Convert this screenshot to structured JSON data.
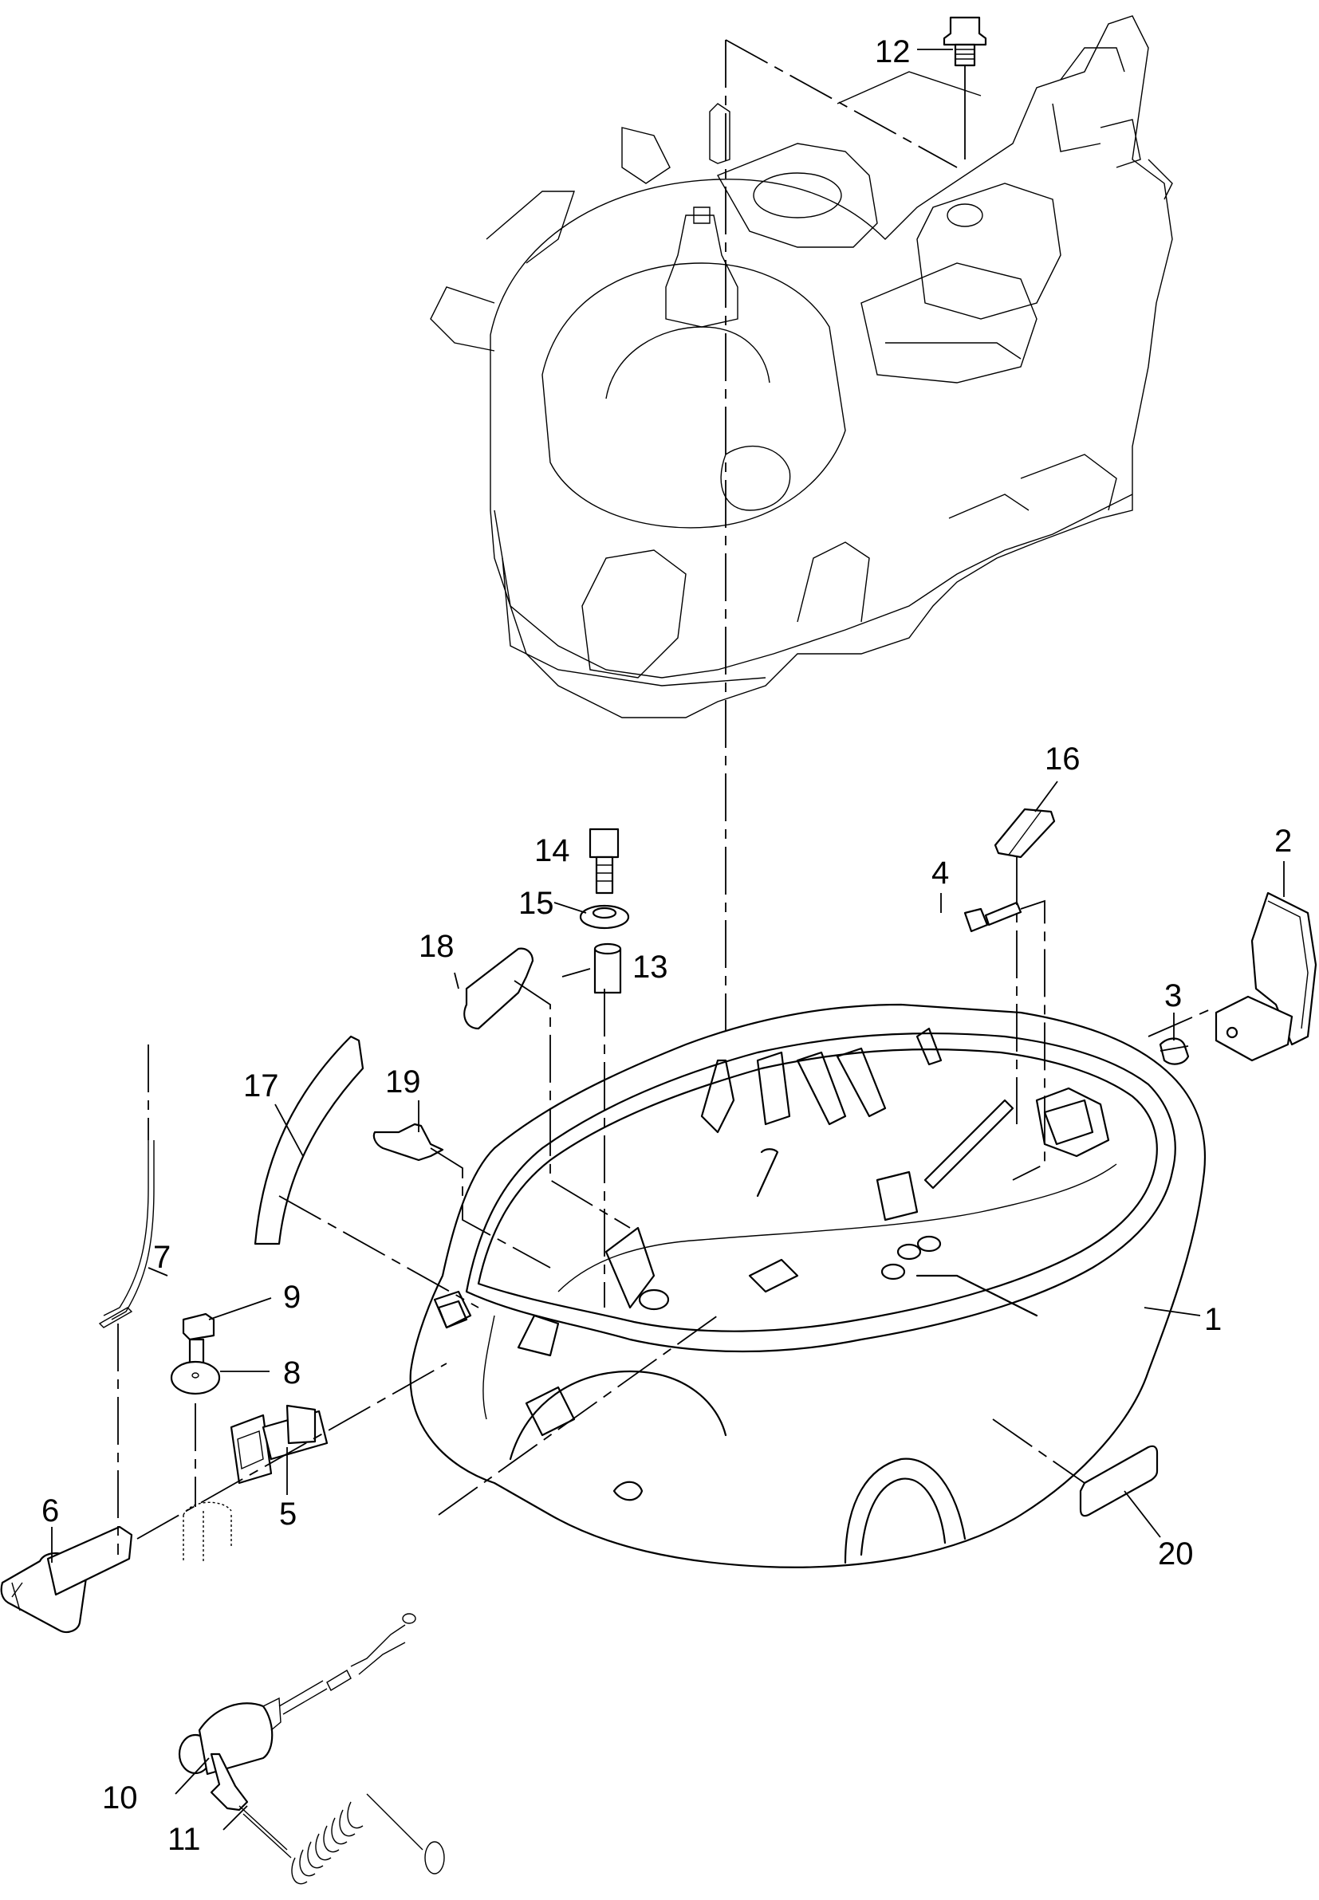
{
  "diagram": {
    "type": "exploded-parts-diagram",
    "subject": "Outboard bottom cowling assembly",
    "line_color": "#000000",
    "background": "#ffffff",
    "callouts": [
      {
        "id": "1",
        "label": "1",
        "part": "bottom-cowling"
      },
      {
        "id": "2",
        "label": "2",
        "part": "clamp-lever"
      },
      {
        "id": "3",
        "label": "3",
        "part": "collar"
      },
      {
        "id": "4",
        "label": "4",
        "part": "bolt"
      },
      {
        "id": "5",
        "label": "5",
        "part": "grommet"
      },
      {
        "id": "6",
        "label": "6",
        "part": "lever-handle"
      },
      {
        "id": "7",
        "label": "7",
        "part": "rod"
      },
      {
        "id": "8",
        "label": "8",
        "part": "washer"
      },
      {
        "id": "9",
        "label": "9",
        "part": "bolt"
      },
      {
        "id": "10",
        "label": "10",
        "part": "engine-stop-switch"
      },
      {
        "id": "11",
        "label": "11",
        "part": "lanyard"
      },
      {
        "id": "12",
        "label": "12",
        "part": "bolt"
      },
      {
        "id": "13",
        "label": "13",
        "part": "collar"
      },
      {
        "id": "14",
        "label": "14",
        "part": "bolt"
      },
      {
        "id": "15",
        "label": "15",
        "part": "grommet"
      },
      {
        "id": "16",
        "label": "16",
        "part": "seal"
      },
      {
        "id": "17",
        "label": "17",
        "part": "seal-strip"
      },
      {
        "id": "18",
        "label": "18",
        "part": "seal"
      },
      {
        "id": "19",
        "label": "19",
        "part": "seal"
      },
      {
        "id": "20",
        "label": "20",
        "part": "label"
      }
    ]
  }
}
